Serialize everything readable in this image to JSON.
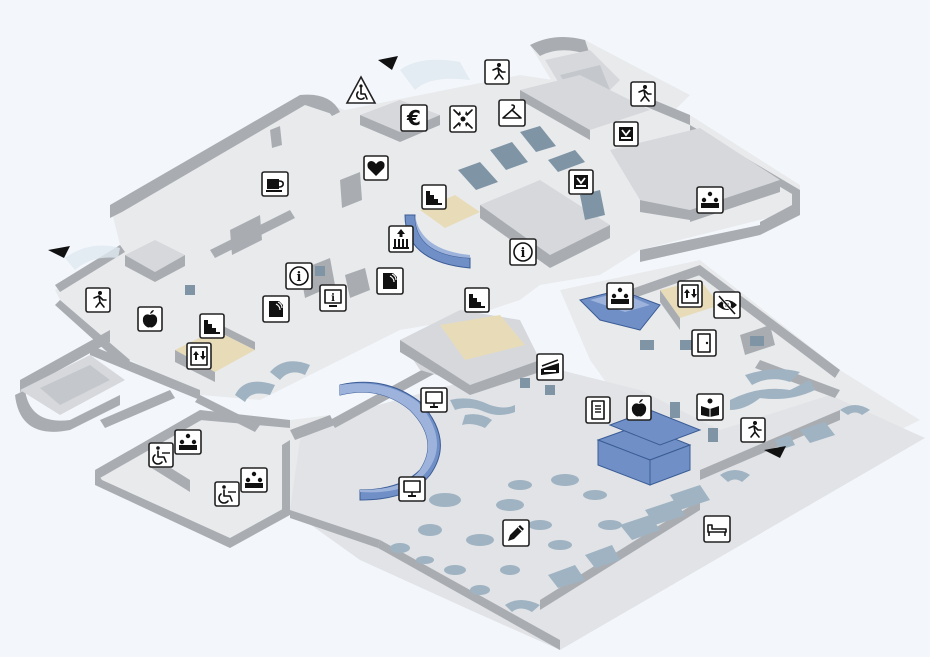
{
  "map": {
    "pois": [
      {
        "name": "accessibility-warning-icon",
        "type": "wheelchair-warning"
      },
      {
        "name": "exit-icon",
        "type": "emergency-exit"
      },
      {
        "name": "euro-icon",
        "type": "currency-exchange",
        "glyph": "€"
      },
      {
        "name": "meeting-point-icon",
        "type": "meeting-point"
      },
      {
        "name": "cloakroom-icon",
        "type": "cloakroom"
      },
      {
        "name": "exit-icon",
        "type": "emergency-exit"
      },
      {
        "name": "locker-icon",
        "type": "lockers"
      },
      {
        "name": "first-aid-heart-icon",
        "type": "first-aid"
      },
      {
        "name": "cafe-icon",
        "type": "cafe"
      },
      {
        "name": "locker-icon",
        "type": "lockers"
      },
      {
        "name": "group-room-icon",
        "type": "group-room"
      },
      {
        "name": "stairs-icon",
        "type": "stairs"
      },
      {
        "name": "lift-icon",
        "type": "lift"
      },
      {
        "name": "info-icon",
        "type": "information",
        "glyph": "i"
      },
      {
        "name": "exit-icon",
        "type": "emergency-exit"
      },
      {
        "name": "info-icon",
        "type": "information",
        "glyph": "i"
      },
      {
        "name": "info-point-screen-icon",
        "type": "information-screen",
        "glyph": "i"
      },
      {
        "name": "print-icon",
        "type": "print-copy"
      },
      {
        "name": "print-icon",
        "type": "print-copy"
      },
      {
        "name": "stairs-icon",
        "type": "stairs"
      },
      {
        "name": "group-room-icon",
        "type": "group-room"
      },
      {
        "name": "elevator-icon",
        "type": "elevator"
      },
      {
        "name": "quiet-zone-icon",
        "type": "no-view-zone"
      },
      {
        "name": "food-allowed-icon",
        "type": "food"
      },
      {
        "name": "stairs-icon",
        "type": "stairs"
      },
      {
        "name": "elevator-icon",
        "type": "elevator"
      },
      {
        "name": "door-icon",
        "type": "door"
      },
      {
        "name": "scanner-icon",
        "type": "scanner"
      },
      {
        "name": "computer-icon",
        "type": "computer"
      },
      {
        "name": "book-return-icon",
        "type": "book-return"
      },
      {
        "name": "food-allowed-icon",
        "type": "food"
      },
      {
        "name": "reading-icon",
        "type": "reading-area"
      },
      {
        "name": "exit-icon",
        "type": "emergency-exit"
      },
      {
        "name": "accessible-group-room-icon",
        "type": "accessible-workplace"
      },
      {
        "name": "group-room-icon",
        "type": "group-room"
      },
      {
        "name": "accessible-group-room-icon",
        "type": "accessible-workplace"
      },
      {
        "name": "group-room-icon",
        "type": "group-room"
      },
      {
        "name": "computer-icon",
        "type": "computer"
      },
      {
        "name": "pen-icon",
        "type": "writing-area"
      },
      {
        "name": "lounge-icon",
        "type": "lounge-chair"
      }
    ],
    "location_markers": [
      {
        "name": "direction-marker-north"
      },
      {
        "name": "direction-marker-west"
      },
      {
        "name": "direction-marker-east"
      }
    ]
  }
}
